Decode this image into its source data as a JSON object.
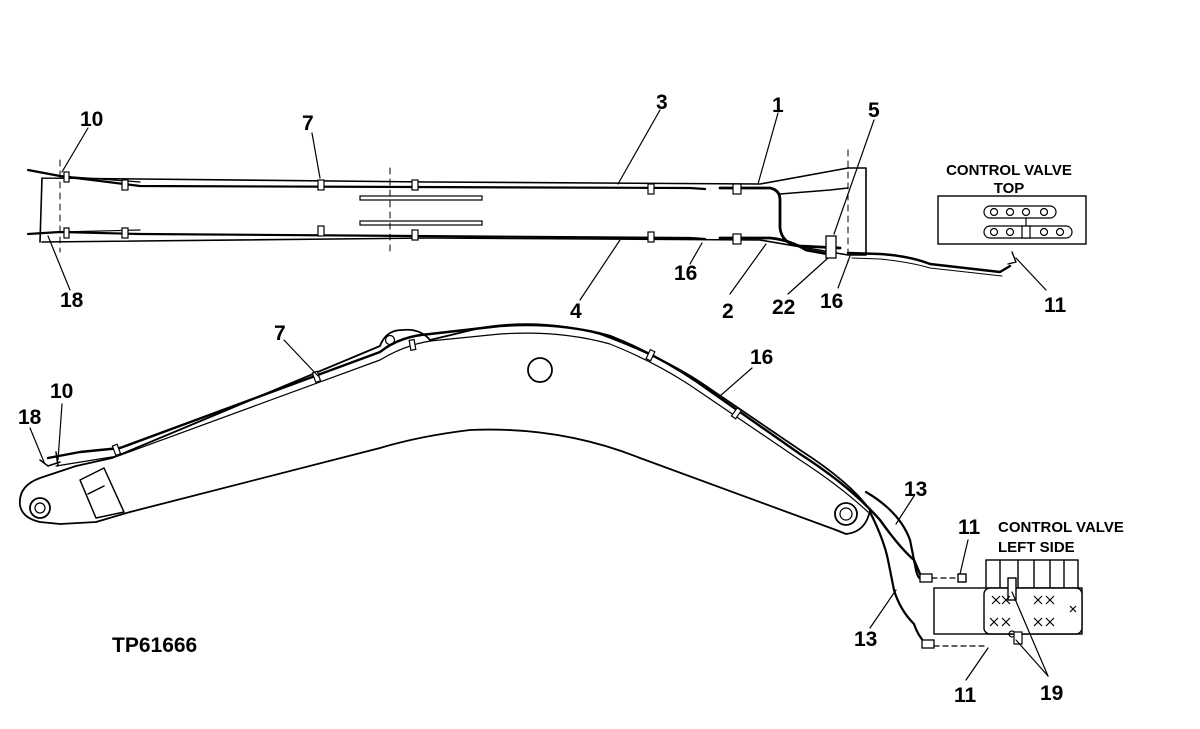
{
  "figure_id": "TP61666",
  "captions": {
    "valve_top_line1": "CONTROL VALVE",
    "valve_top_line2": "TOP",
    "valve_side_line1": "CONTROL VALVE",
    "valve_side_line2": "LEFT SIDE"
  },
  "callouts": {
    "top_view": {
      "c10": "10",
      "c7": "7",
      "c3": "3",
      "c1": "1",
      "c5": "5",
      "c18": "18",
      "c4": "4",
      "c16a": "16",
      "c2": "2",
      "c22": "22",
      "c16b": "16",
      "c11": "11"
    },
    "side_view": {
      "c7": "7",
      "c10": "10",
      "c18": "18",
      "c16": "16",
      "c13a": "13",
      "c11a": "11",
      "c13b": "13",
      "c11b": "11",
      "c19": "19"
    }
  }
}
